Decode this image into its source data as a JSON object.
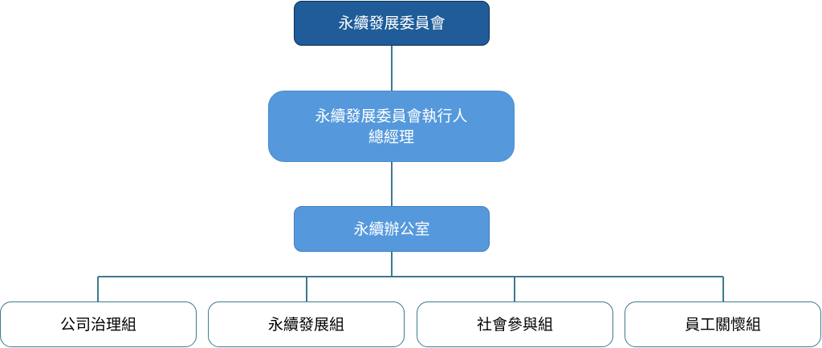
{
  "committee": {
    "label": "永續發展委員會"
  },
  "executive": {
    "line1": "永續發展委員會執行人",
    "line2": "總經理"
  },
  "office": {
    "label": "永續辦公室"
  },
  "teams": [
    {
      "label": "公司治理組"
    },
    {
      "label": "永續發展組"
    },
    {
      "label": "社會參與組"
    },
    {
      "label": "員工關懷組"
    }
  ],
  "colors": {
    "committee_fill": "#1f5c99",
    "executive_fill": "#5599dc",
    "office_fill": "#5599dc",
    "team_border": "#3d7a8a",
    "connector": "#3d7a8a"
  }
}
